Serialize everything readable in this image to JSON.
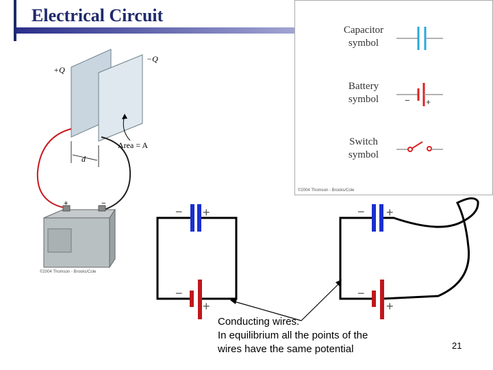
{
  "slide": {
    "title": "Electrical Circuit",
    "page_number": "21",
    "note_lines": [
      "Conducting wires.",
      "In equilibrium all the points of the",
      "wires have the same potential"
    ]
  },
  "symbols_panel": {
    "capacitor_label": [
      "Capacitor",
      "symbol"
    ],
    "battery_label": [
      "Battery",
      "symbol"
    ],
    "switch_label": [
      "Switch",
      "symbol"
    ],
    "battery_signs": [
      "−",
      "+"
    ],
    "copyright": "©2004 Thomson - Brooks/Cole"
  },
  "capacitor_figure": {
    "plus_q": "+Q",
    "minus_q": "−Q",
    "area_label": "Area = A",
    "d_label": "d",
    "terminal_plus": "+",
    "terminal_minus": "−",
    "copyright": "©2004 Thomson - Brooks/Cole"
  },
  "circuit_signs": {
    "minus": "−",
    "plus": "+"
  },
  "colors": {
    "title": "#1f2a6b",
    "capacitor": "#1a2fd0",
    "battery": "#c0171b",
    "wire": "#000000"
  }
}
